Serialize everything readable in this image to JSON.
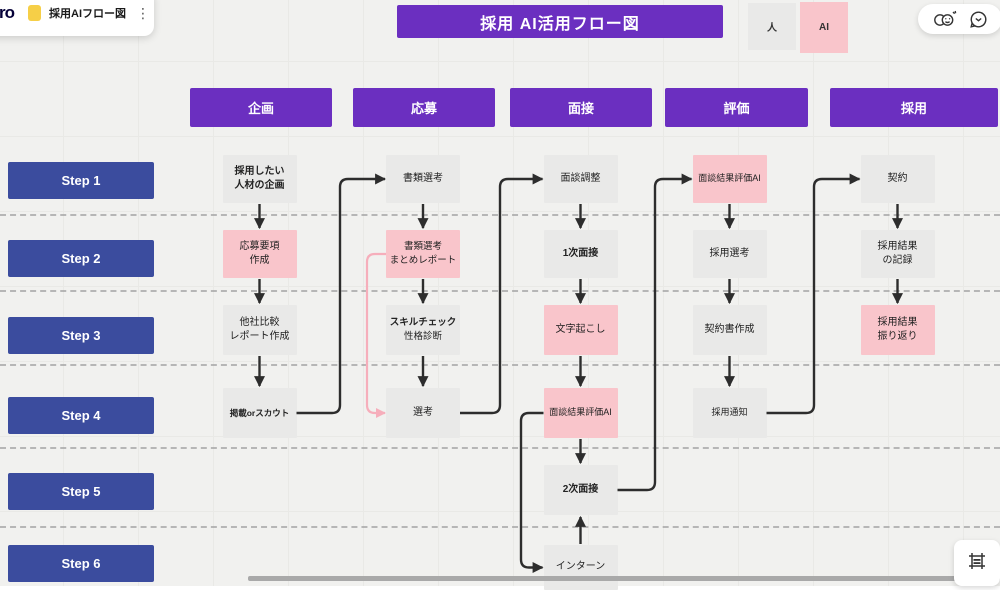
{
  "app_bar": {
    "logo_text": "ro",
    "board_title": "採用AIフロー図",
    "menu_icon": "kebab-menu-icon"
  },
  "top_right_icons": [
    "reactions-icon",
    "comment-icon"
  ],
  "header": {
    "title": "採用 AI活用フロー図"
  },
  "legend": [
    {
      "label": "人",
      "type": "human"
    },
    {
      "label": "AI",
      "type": "ai"
    }
  ],
  "columns": [
    "企画",
    "応募",
    "面接",
    "評価",
    "採用"
  ],
  "steps": [
    "Step 1",
    "Step 2",
    "Step 3",
    "Step 4",
    "Step 5",
    "Step 6"
  ],
  "colors": {
    "purple": "#6b2fc0",
    "navy": "#3b4c9e",
    "human_box": "#e9e9e8",
    "ai_box": "#f9c5cb",
    "arrow": "#2d2d2d",
    "pink_arrow": "#f6aebb"
  },
  "nodes": [
    {
      "id": "p1",
      "col": 1,
      "row": 1,
      "lines": [
        "採用したい",
        "人材の企画"
      ],
      "type": "human",
      "bold": "all"
    },
    {
      "id": "p2",
      "col": 1,
      "row": 2,
      "lines": [
        "応募要項",
        "作成"
      ],
      "type": "ai",
      "bold": "none"
    },
    {
      "id": "p3",
      "col": 1,
      "row": 3,
      "lines": [
        "他社比較",
        "レポート作成"
      ],
      "type": "human",
      "bold": "none"
    },
    {
      "id": "p4",
      "col": 1,
      "row": 4,
      "lines": [
        "掲載orスカウト"
      ],
      "type": "human",
      "bold": "all",
      "size": 8.5
    },
    {
      "id": "a1",
      "col": 2,
      "row": 1,
      "lines": [
        "書類選考"
      ],
      "type": "human",
      "bold": "none"
    },
    {
      "id": "a2",
      "col": 2,
      "row": 2,
      "lines": [
        "書類選考",
        "まとめレポート"
      ],
      "type": "ai",
      "bold": "none",
      "size": 9.5
    },
    {
      "id": "a3",
      "col": 2,
      "row": 3,
      "lines": [
        "スキルチェック",
        "性格診断"
      ],
      "type": "human",
      "bold": "first",
      "size": 9.5
    },
    {
      "id": "a4",
      "col": 2,
      "row": 4,
      "lines": [
        "選考"
      ],
      "type": "human",
      "bold": "none"
    },
    {
      "id": "i1",
      "col": 3,
      "row": 1,
      "lines": [
        "面談調整"
      ],
      "type": "human",
      "bold": "none"
    },
    {
      "id": "i2",
      "col": 3,
      "row": 2,
      "lines": [
        "1次面接"
      ],
      "type": "human",
      "bold": "all"
    },
    {
      "id": "i3",
      "col": 3,
      "row": 3,
      "lines": [
        "文字起こし"
      ],
      "type": "ai",
      "bold": "none"
    },
    {
      "id": "i4",
      "col": 3,
      "row": 4,
      "lines": [
        "面談結果評価AI"
      ],
      "type": "ai",
      "bold": "none",
      "size": 9
    },
    {
      "id": "i5",
      "col": 3,
      "row": 5,
      "lines": [
        "2次面接"
      ],
      "type": "human",
      "bold": "all"
    },
    {
      "id": "i6",
      "col": 3,
      "row": 6,
      "lines": [
        "インターン"
      ],
      "type": "human",
      "bold": "none"
    },
    {
      "id": "e1",
      "col": 4,
      "row": 1,
      "lines": [
        "面談結果評価AI"
      ],
      "type": "ai",
      "bold": "none",
      "size": 9
    },
    {
      "id": "e2",
      "col": 4,
      "row": 2,
      "lines": [
        "採用選考"
      ],
      "type": "human",
      "bold": "none"
    },
    {
      "id": "e3",
      "col": 4,
      "row": 3,
      "lines": [
        "契約書作成"
      ],
      "type": "human",
      "bold": "none"
    },
    {
      "id": "e4",
      "col": 4,
      "row": 4,
      "lines": [
        "採用通知"
      ],
      "type": "human",
      "bold": "none",
      "size": 9
    },
    {
      "id": "h1",
      "col": 5,
      "row": 1,
      "lines": [
        "契約"
      ],
      "type": "human",
      "bold": "none"
    },
    {
      "id": "h2",
      "col": 5,
      "row": 2,
      "lines": [
        "採用結果",
        "の記録"
      ],
      "type": "human",
      "bold": "none"
    },
    {
      "id": "h3",
      "col": 5,
      "row": 3,
      "lines": [
        "採用結果",
        "振り返り"
      ],
      "type": "ai",
      "bold": "none"
    }
  ],
  "edges": [
    {
      "from": "p1",
      "to": "p2",
      "route": "down",
      "style": "black"
    },
    {
      "from": "p2",
      "to": "p3",
      "route": "down",
      "style": "black"
    },
    {
      "from": "p3",
      "to": "p4",
      "route": "down",
      "style": "black"
    },
    {
      "from": "a1",
      "to": "a2",
      "route": "down",
      "style": "black"
    },
    {
      "from": "a2",
      "to": "a3",
      "route": "down",
      "style": "black"
    },
    {
      "from": "a3",
      "to": "a4",
      "route": "down",
      "style": "black"
    },
    {
      "from": "i1",
      "to": "i2",
      "route": "down",
      "style": "black"
    },
    {
      "from": "i2",
      "to": "i3",
      "route": "down",
      "style": "black"
    },
    {
      "from": "i3",
      "to": "i4",
      "route": "down",
      "style": "black"
    },
    {
      "from": "i4",
      "to": "i5",
      "route": "down",
      "style": "black"
    },
    {
      "from": "e1",
      "to": "e2",
      "route": "down",
      "style": "black"
    },
    {
      "from": "e2",
      "to": "e3",
      "route": "down",
      "style": "black"
    },
    {
      "from": "e3",
      "to": "e4",
      "route": "down",
      "style": "black"
    },
    {
      "from": "h1",
      "to": "h2",
      "route": "down",
      "style": "black"
    },
    {
      "from": "h2",
      "to": "h3",
      "route": "down",
      "style": "black"
    },
    {
      "from": "i6",
      "to": "i5",
      "route": "up",
      "style": "black"
    },
    {
      "from": "p4",
      "to": "a1",
      "route": "right-up",
      "via": 340,
      "style": "black"
    },
    {
      "from": "a4",
      "to": "i1",
      "route": "right-up",
      "via": 500,
      "style": "black"
    },
    {
      "from": "i5",
      "to": "e1",
      "route": "right-up",
      "via": 655,
      "style": "black"
    },
    {
      "from": "e4",
      "to": "h1",
      "route": "right-up",
      "via": 814,
      "style": "black"
    },
    {
      "from": "i4",
      "to": "i6",
      "route": "left-down",
      "via": 521,
      "style": "black"
    },
    {
      "from": "a2",
      "to": "a4",
      "route": "left-down",
      "via": 367,
      "style": "pink"
    }
  ]
}
